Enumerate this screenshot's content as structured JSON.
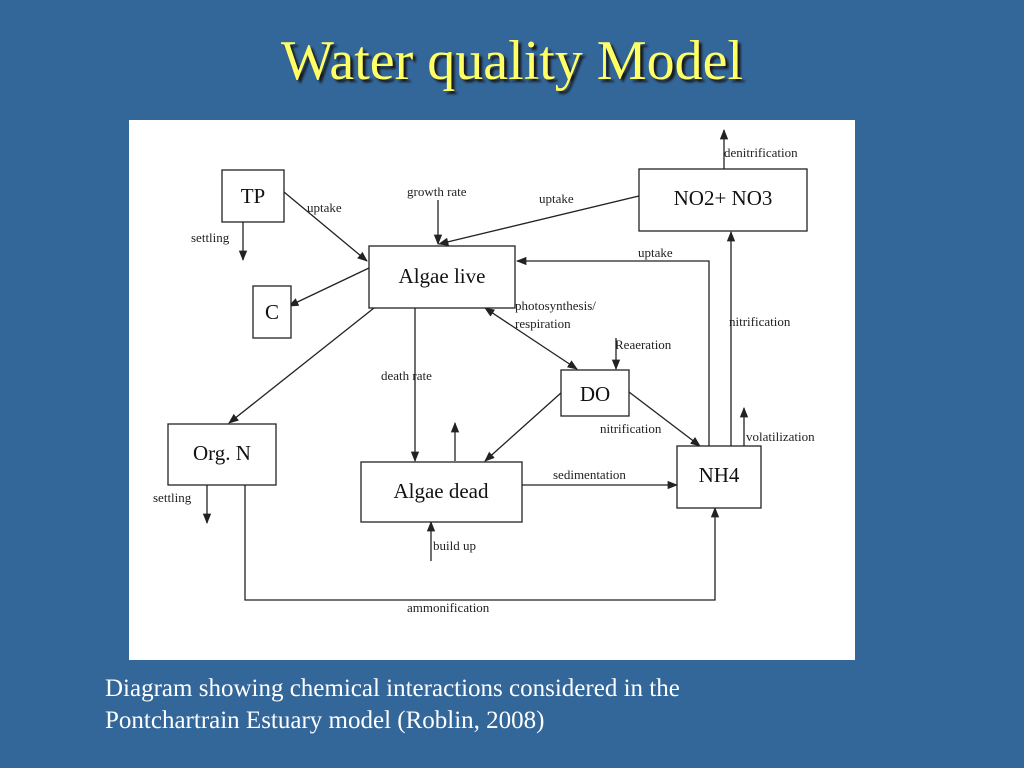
{
  "slide": {
    "title": "Water quality Model",
    "caption_line1": "Diagram showing chemical interactions considered in the",
    "caption_line2": "Pontchartrain Estuary model (Roblin, 2008)"
  },
  "diagram": {
    "nodes": {
      "tp": "TP",
      "c": "C",
      "algae_live": "Algae live",
      "no2_no3": "NO2+ NO3",
      "do": "DO",
      "org_n": "Org. N",
      "algae_dead": "Algae dead",
      "nh4": "NH4"
    },
    "labels": {
      "uptake_tp": "uptake",
      "settling_tp": "settling",
      "growth_rate": "growth rate",
      "uptake_no3": "uptake",
      "denitrification": "denitrification",
      "uptake_nh4": "uptake",
      "photo_line1": "photosynthesis/",
      "photo_line2": "respiration",
      "reaeration": "Reaeration",
      "death_rate": "death rate",
      "nitrification_upper": "nitrification",
      "nitrification_lower": "nitrification",
      "volatilization": "volatilization",
      "settling_orgn": "settling",
      "sedimentation": "sedimentation",
      "build_up": "build up",
      "ammonification": "ammonification"
    }
  }
}
